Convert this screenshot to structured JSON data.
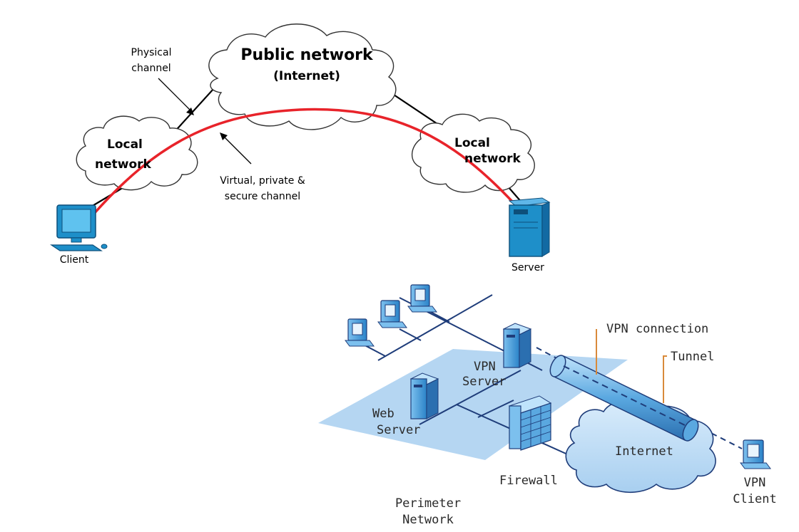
{
  "top_diagram": {
    "public_network": "Public network",
    "internet": "(Internet)",
    "local_network_left_line1": "Local",
    "local_network_left_line2": "network",
    "local_network_right_line1": "Local",
    "local_network_right_line2": "network",
    "physical_channel_line1": "Physical",
    "physical_channel_line2": "channel",
    "virtual_channel_line1": "Virtual, private &",
    "virtual_channel_line2": "secure channel",
    "client": "Client",
    "server": "Server"
  },
  "bottom_diagram": {
    "vpn_connection": "VPN connection",
    "tunnel": "Tunnel",
    "vpn_server_line1": "VPN",
    "vpn_server_line2": "Server",
    "web_server_line1": "Web",
    "web_server_line2": "Server",
    "internet": "Internet",
    "firewall": "Firewall",
    "perimeter_line1": "Perimeter",
    "perimeter_line2": "Network",
    "vpn_client_line1": "VPN",
    "vpn_client_line2": "Client"
  },
  "colors": {
    "secure_channel": "#e8232a",
    "device_blue": "#1e8fc9",
    "perimeter_zone": "#b5d6f2",
    "callout_orange": "#d98a3a",
    "tunnel_blue": "#5aa8e0",
    "lan_line": "#1f3d7a"
  }
}
